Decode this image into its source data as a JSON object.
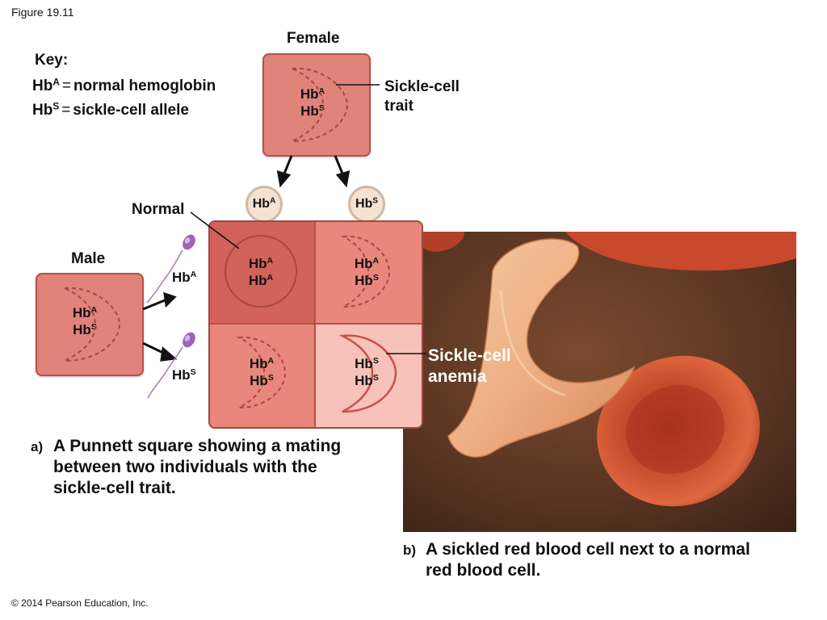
{
  "figure_label": "Figure 19.11",
  "key": {
    "title": "Key:",
    "rows": [
      {
        "symbol": "Hb",
        "sup": "A",
        "eq": "=",
        "meaning": "normal hemoglobin"
      },
      {
        "symbol": "Hb",
        "sup": "S",
        "eq": "=",
        "meaning": "sickle-cell allele"
      }
    ]
  },
  "female": {
    "label": "Female",
    "line1": "Hb",
    "sup1": "A",
    "line2": "Hb",
    "sup2": "S"
  },
  "male": {
    "label": "Male",
    "line1": "Hb",
    "sup1": "A",
    "line2": "Hb",
    "sup2": "S"
  },
  "sickle_trait_label": [
    "Sickle-cell",
    "trait"
  ],
  "female_gametes": [
    {
      "base": "Hb",
      "sup": "A"
    },
    {
      "base": "Hb",
      "sup": "S"
    }
  ],
  "male_gametes": [
    {
      "base": "Hb",
      "sup": "A"
    },
    {
      "base": "Hb",
      "sup": "S"
    }
  ],
  "normal_label": "Normal",
  "grid": [
    {
      "l1": "Hb",
      "s1": "A",
      "l2": "Hb",
      "s2": "A",
      "color": "#d2625a"
    },
    {
      "l1": "Hb",
      "s1": "A",
      "l2": "Hb",
      "s2": "S",
      "color": "#e9877d"
    },
    {
      "l1": "Hb",
      "s1": "A",
      "l2": "Hb",
      "s2": "S",
      "color": "#e9877d"
    },
    {
      "l1": "Hb",
      "s1": "S",
      "l2": "Hb",
      "s2": "S",
      "color": "#f6c2b9"
    }
  ],
  "anemia_label": [
    "Sickle-cell",
    "anemia"
  ],
  "caption_a": {
    "letter": "a)",
    "lines": [
      "A Punnett square showing a mating",
      "between two individuals with the",
      "sickle-cell trait."
    ]
  },
  "caption_b": {
    "letter": "b)",
    "lines": [
      "A sickled red blood cell next to a normal",
      "red blood cell."
    ]
  },
  "copyright": "© 2014 Pearson Education, Inc.",
  "colors": {
    "box_fill": "#e0837a",
    "box_border": "#b3524a",
    "normal_cell": "#d2625a",
    "carrier_cell": "#e9877d",
    "anemia_cell": "#f6c2b9",
    "sickle_outline": "#c9504a",
    "sperm_head": "#9b66b8",
    "photo_background": "#5a3522",
    "normal_rbc": "#d6613e",
    "sickled_rbc": "#f0b48a"
  }
}
